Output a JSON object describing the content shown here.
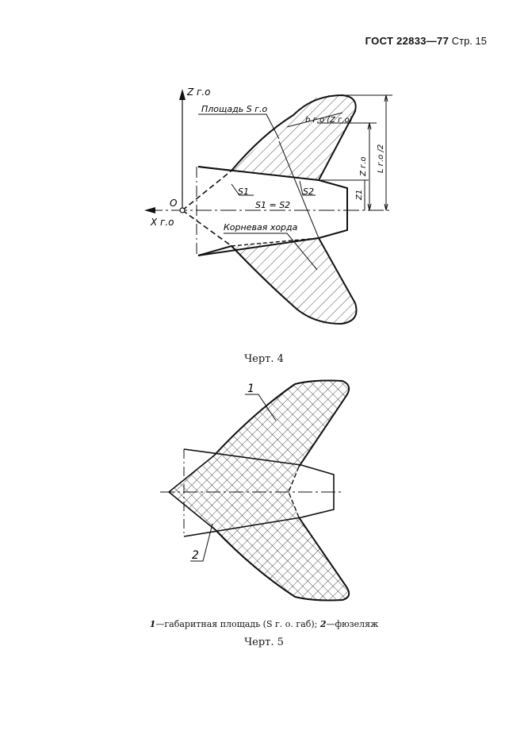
{
  "header": {
    "standard": "ГОСТ 22833—77",
    "page_label": "Стр. 15"
  },
  "figure4": {
    "caption": "Черт. 4",
    "labels": {
      "z_axis": "Z г.о",
      "x_axis": "X г.о",
      "origin": "O",
      "area": "Площадь S г.о",
      "chord": "b г.о (Z г.о)",
      "s1": "S1",
      "s2": "S2",
      "s_equal": "S1 = S2",
      "root_chord": "Корневая хорда",
      "dim_z": "Z г.о",
      "dim_l": "L г.о /2",
      "dim_z1": "Z1"
    }
  },
  "figure5": {
    "caption": "Черт. 5",
    "callout_1": "1",
    "callout_2": "2",
    "legend": {
      "item1_num": "1",
      "item1_text": "—габаритная площадь (S г. о. габ);",
      "item2_num": "2",
      "item2_text": "—фюзеляж"
    }
  }
}
